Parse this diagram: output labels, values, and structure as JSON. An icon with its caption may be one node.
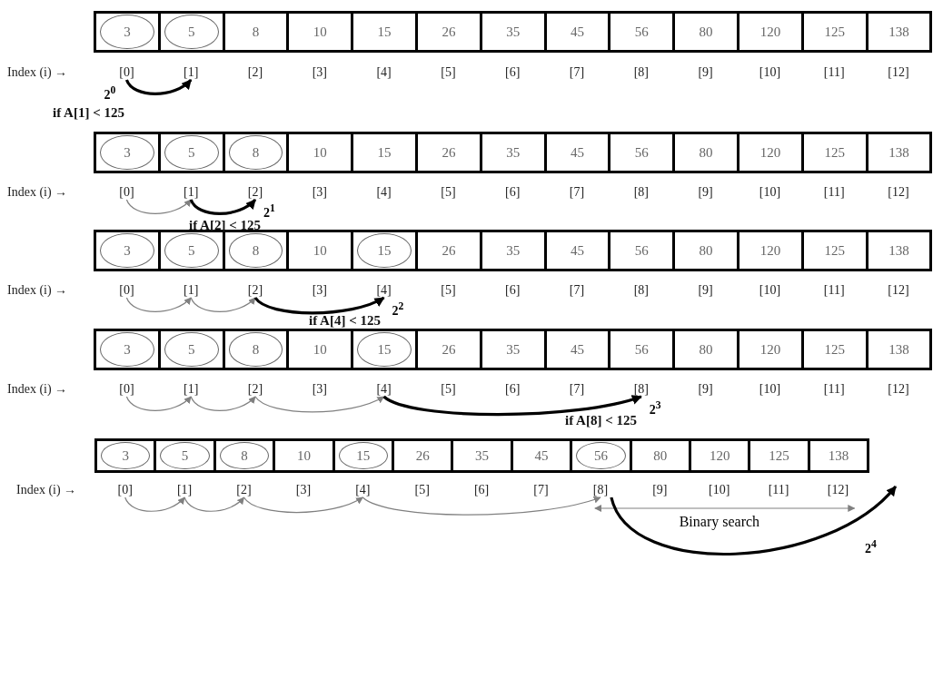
{
  "diagram": {
    "nodes": [
      {
        "text": [],
        "shape": "box"
      },
      {
        "text": [
          "3"
        ],
        "in": 0
      },
      {
        "text": [],
        "shape": "box"
      },
      {
        "text": [
          "5"
        ],
        "in": 2
      },
      {
        "text": [
          "8"
        ]
      },
      {
        "text": [
          "10"
        ]
      },
      {
        "text": [
          "15"
        ]
      },
      {
        "text": [
          "26"
        ]
      },
      {
        "text": [
          "35"
        ]
      },
      {
        "text": [
          "45"
        ]
      },
      {
        "text": [
          "56"
        ]
      },
      {
        "text": [
          "80"
        ]
      },
      {
        "text": [
          "120"
        ]
      },
      {
        "text": [
          "125"
        ]
      },
      {
        "text": [
          "138"
        ]
      },
      {
        "text": [
          "[0]"
        ]
      },
      {
        "text": [
          "[1]"
        ]
      },
      {
        "text": [
          "[2]"
        ]
      },
      {
        "text": [
          "[3]"
        ]
      },
      {
        "text": [
          "[4]"
        ]
      },
      {
        "text": [
          "[5]"
        ]
      },
      {
        "text": [
          "[6]"
        ]
      },
      {
        "text": [
          "[7]"
        ]
      },
      {
        "text": [
          "[8]"
        ]
      },
      {
        "text": [
          "[9]"
        ]
      },
      {
        "text": [
          "[10]"
        ]
      },
      {
        "text": [
          "[11]"
        ]
      },
      {
        "text": [
          "[12]"
        ]
      },
      {
        "text": [],
        "shape": "box"
      },
      {
        "text": [
          "3"
        ],
        "in": 28
      },
      {
        "text": [],
        "shape": "box"
      },
      {
        "text": [
          "5"
        ],
        "in": 30
      },
      {
        "text": [],
        "shape": "box"
      },
      {
        "text": [
          "8"
        ],
        "in": 32
      },
      {
        "text": [
          "10"
        ]
      },
      {
        "text": [
          "15"
        ]
      },
      {
        "text": [
          "26"
        ]
      },
      {
        "text": [
          "35"
        ]
      },
      {
        "text": [
          "45"
        ]
      },
      {
        "text": [
          "56"
        ]
      },
      {
        "text": [
          "80"
        ]
      },
      {
        "text": [
          "120"
        ]
      },
      {
        "text": [
          "125"
        ]
      },
      {
        "text": [
          "138"
        ]
      },
      {
        "text": [
          "[0]"
        ]
      },
      {
        "text": [
          "[1]"
        ]
      },
      {
        "text": [
          "[2]"
        ]
      },
      {
        "text": [
          "[3]"
        ]
      },
      {
        "text": [
          "[4]"
        ]
      },
      {
        "text": [
          "[5]"
        ]
      },
      {
        "text": [
          "[6]"
        ]
      },
      {
        "text": [
          "[7]"
        ]
      },
      {
        "text": [
          "[8]"
        ]
      },
      {
        "text": [
          "[9]"
        ]
      },
      {
        "text": [
          "[10]"
        ]
      },
      {
        "text": [
          "[11]"
        ]
      },
      {
        "text": [
          "[12]"
        ]
      },
      {
        "text": [],
        "shape": "box"
      },
      {
        "text": [
          "3"
        ],
        "in": 57
      },
      {
        "text": [],
        "shape": "box"
      },
      {
        "text": [
          "5"
        ],
        "in": 59
      },
      {
        "text": [],
        "shape": "box"
      },
      {
        "text": [
          "8"
        ],
        "in": 61
      },
      {
        "text": [
          "10"
        ]
      },
      {
        "text": [],
        "shape": "box"
      },
      {
        "text": [
          "15"
        ],
        "in": 64
      },
      {
        "text": [
          "26"
        ]
      },
      {
        "text": [
          "35"
        ]
      },
      {
        "text": [
          "45"
        ]
      },
      {
        "text": [
          "56"
        ]
      },
      {
        "text": [
          "80"
        ]
      },
      {
        "text": [
          "120"
        ]
      },
      {
        "text": [
          "125"
        ]
      },
      {
        "text": [
          "138"
        ]
      },
      {
        "text": [
          "[0]"
        ]
      },
      {
        "text": [
          "[1]"
        ]
      },
      {
        "text": [
          "[2]"
        ]
      },
      {
        "text": [
          "[3]"
        ]
      },
      {
        "text": [
          "[4]"
        ]
      },
      {
        "text": [
          "[5]"
        ]
      },
      {
        "text": [
          "[6]"
        ]
      },
      {
        "text": [
          "[7]"
        ]
      },
      {
        "text": [
          "[8]"
        ]
      },
      {
        "text": [
          "[9]"
        ]
      },
      {
        "text": [
          "[10]"
        ]
      },
      {
        "text": [
          "[11]"
        ]
      },
      {
        "text": [
          "[12]"
        ]
      },
      {
        "text": [],
        "shape": "box"
      },
      {
        "text": [
          "3"
        ],
        "in": 87
      },
      {
        "text": [],
        "shape": "box"
      },
      {
        "text": [
          "5"
        ],
        "in": 89
      },
      {
        "text": [],
        "shape": "box"
      },
      {
        "text": [
          "8"
        ],
        "in": 91
      },
      {
        "text": [
          "10"
        ]
      },
      {
        "text": [],
        "shape": "box"
      },
      {
        "text": [
          "15"
        ],
        "in": 94
      },
      {
        "text": [
          "26"
        ]
      },
      {
        "text": [
          "35"
        ]
      },
      {
        "text": [
          "45"
        ]
      },
      {
        "text": [
          "56"
        ]
      },
      {
        "text": [
          "80"
        ]
      },
      {
        "text": [
          "120"
        ]
      },
      {
        "text": [
          "125"
        ]
      },
      {
        "text": [
          "138"
        ]
      },
      {
        "text": [
          "[0]"
        ]
      },
      {
        "text": [
          "[1]"
        ]
      },
      {
        "text": [
          "[2]"
        ]
      },
      {
        "text": [
          "[3]"
        ]
      },
      {
        "text": [
          "[4]"
        ]
      },
      {
        "text": [
          "[5]"
        ]
      },
      {
        "text": [
          "[6]"
        ]
      },
      {
        "text": [
          "[7]"
        ]
      },
      {
        "text": [
          "[8]"
        ]
      },
      {
        "text": [
          "[9]"
        ]
      },
      {
        "text": [
          "[10]"
        ]
      },
      {
        "text": [
          "[11]"
        ]
      },
      {
        "text": [
          "[12]"
        ]
      },
      {
        "text": [],
        "shape": "box"
      },
      {
        "text": [
          "3"
        ],
        "in": 117
      },
      {
        "text": [],
        "shape": "box"
      },
      {
        "text": [
          "5"
        ],
        "in": 119
      },
      {
        "text": [],
        "shape": "box"
      },
      {
        "text": [
          "8"
        ],
        "in": 121
      },
      {
        "text": [
          "10"
        ]
      },
      {
        "text": [],
        "shape": "box"
      },
      {
        "text": [
          "15"
        ],
        "in": 124
      },
      {
        "text": [
          "26"
        ]
      },
      {
        "text": [
          "35"
        ]
      },
      {
        "text": [
          "45"
        ]
      },
      {
        "text": [],
        "shape": "box"
      },
      {
        "text": [
          "56"
        ],
        "in": 129
      },
      {
        "text": [
          "80"
        ]
      },
      {
        "text": [
          "120"
        ]
      },
      {
        "text": [
          "125"
        ]
      },
      {
        "text": [
          "138"
        ]
      },
      {
        "text": [
          "[0]"
        ]
      },
      {
        "text": [
          "[1]"
        ]
      },
      {
        "text": [
          "[2]"
        ]
      },
      {
        "text": [
          "[3]"
        ]
      },
      {
        "text": [
          "[4]"
        ]
      },
      {
        "text": [
          "[5]"
        ]
      },
      {
        "text": [
          "[6]"
        ]
      },
      {
        "text": [
          "[7]"
        ]
      },
      {
        "text": [
          "[8]"
        ]
      },
      {
        "text": [
          "[9]"
        ]
      },
      {
        "text": [
          "[10]"
        ]
      },
      {
        "text": [
          "[11]"
        ]
      },
      {
        "text": [
          "[12]"
        ]
      }
    ],
    "edges": [
      {
        "from": 15,
        "to": 16,
        "arrow": "to",
        "label": "2$^{0}$",
        "style": "thick",
        "color": "#000000"
      },
      {
        "from": 44,
        "to": 45,
        "arrow": "to"
      },
      {
        "from": 45,
        "to": 46,
        "arrow": "to",
        "label": "2$^{1}$",
        "style": "thick",
        "color": "#000000"
      },
      {
        "from": 74,
        "to": 75,
        "arrow": "to"
      },
      {
        "from": 75,
        "to": 76,
        "arrow": "to"
      },
      {
        "from": 76,
        "to": 78,
        "arrow": "to",
        "label": "2$^{2}$",
        "style": "thick",
        "color": "#000000"
      },
      {
        "from": 104,
        "to": 105,
        "arrow": "to"
      },
      {
        "from": 105,
        "to": 106,
        "arrow": "to"
      },
      {
        "from": 106,
        "to": 108,
        "arrow": "to"
      },
      {
        "from": 108,
        "to": 112,
        "arrow": "to",
        "label": "2$^{3}$",
        "style": "thick",
        "color": "#000000"
      },
      {
        "from": 135,
        "to": 136,
        "arrow": "to"
      },
      {
        "from": 136,
        "to": 137,
        "arrow": "to"
      },
      {
        "from": 137,
        "to": 139,
        "arrow": "to"
      },
      {
        "from": 139,
        "to": 143,
        "arrow": "to"
      },
      {
        "from": 143,
        "to": 147,
        "arrow": "both",
        "label": "Binary search"
      },
      {
        "from": 143,
        "to": null,
        "arrow": "to",
        "label": "2$^{4}$",
        "style": "thick",
        "color": "#000000"
      }
    ],
    "labels": [
      "Index (i) →",
      "if A[1] < 125",
      "Index (i) →",
      "if A[2] < 125",
      "Index (i) →",
      "if A[4] < 125",
      "Index (i) →",
      "if A[8] < 125",
      "Index (i) →"
    ]
  }
}
